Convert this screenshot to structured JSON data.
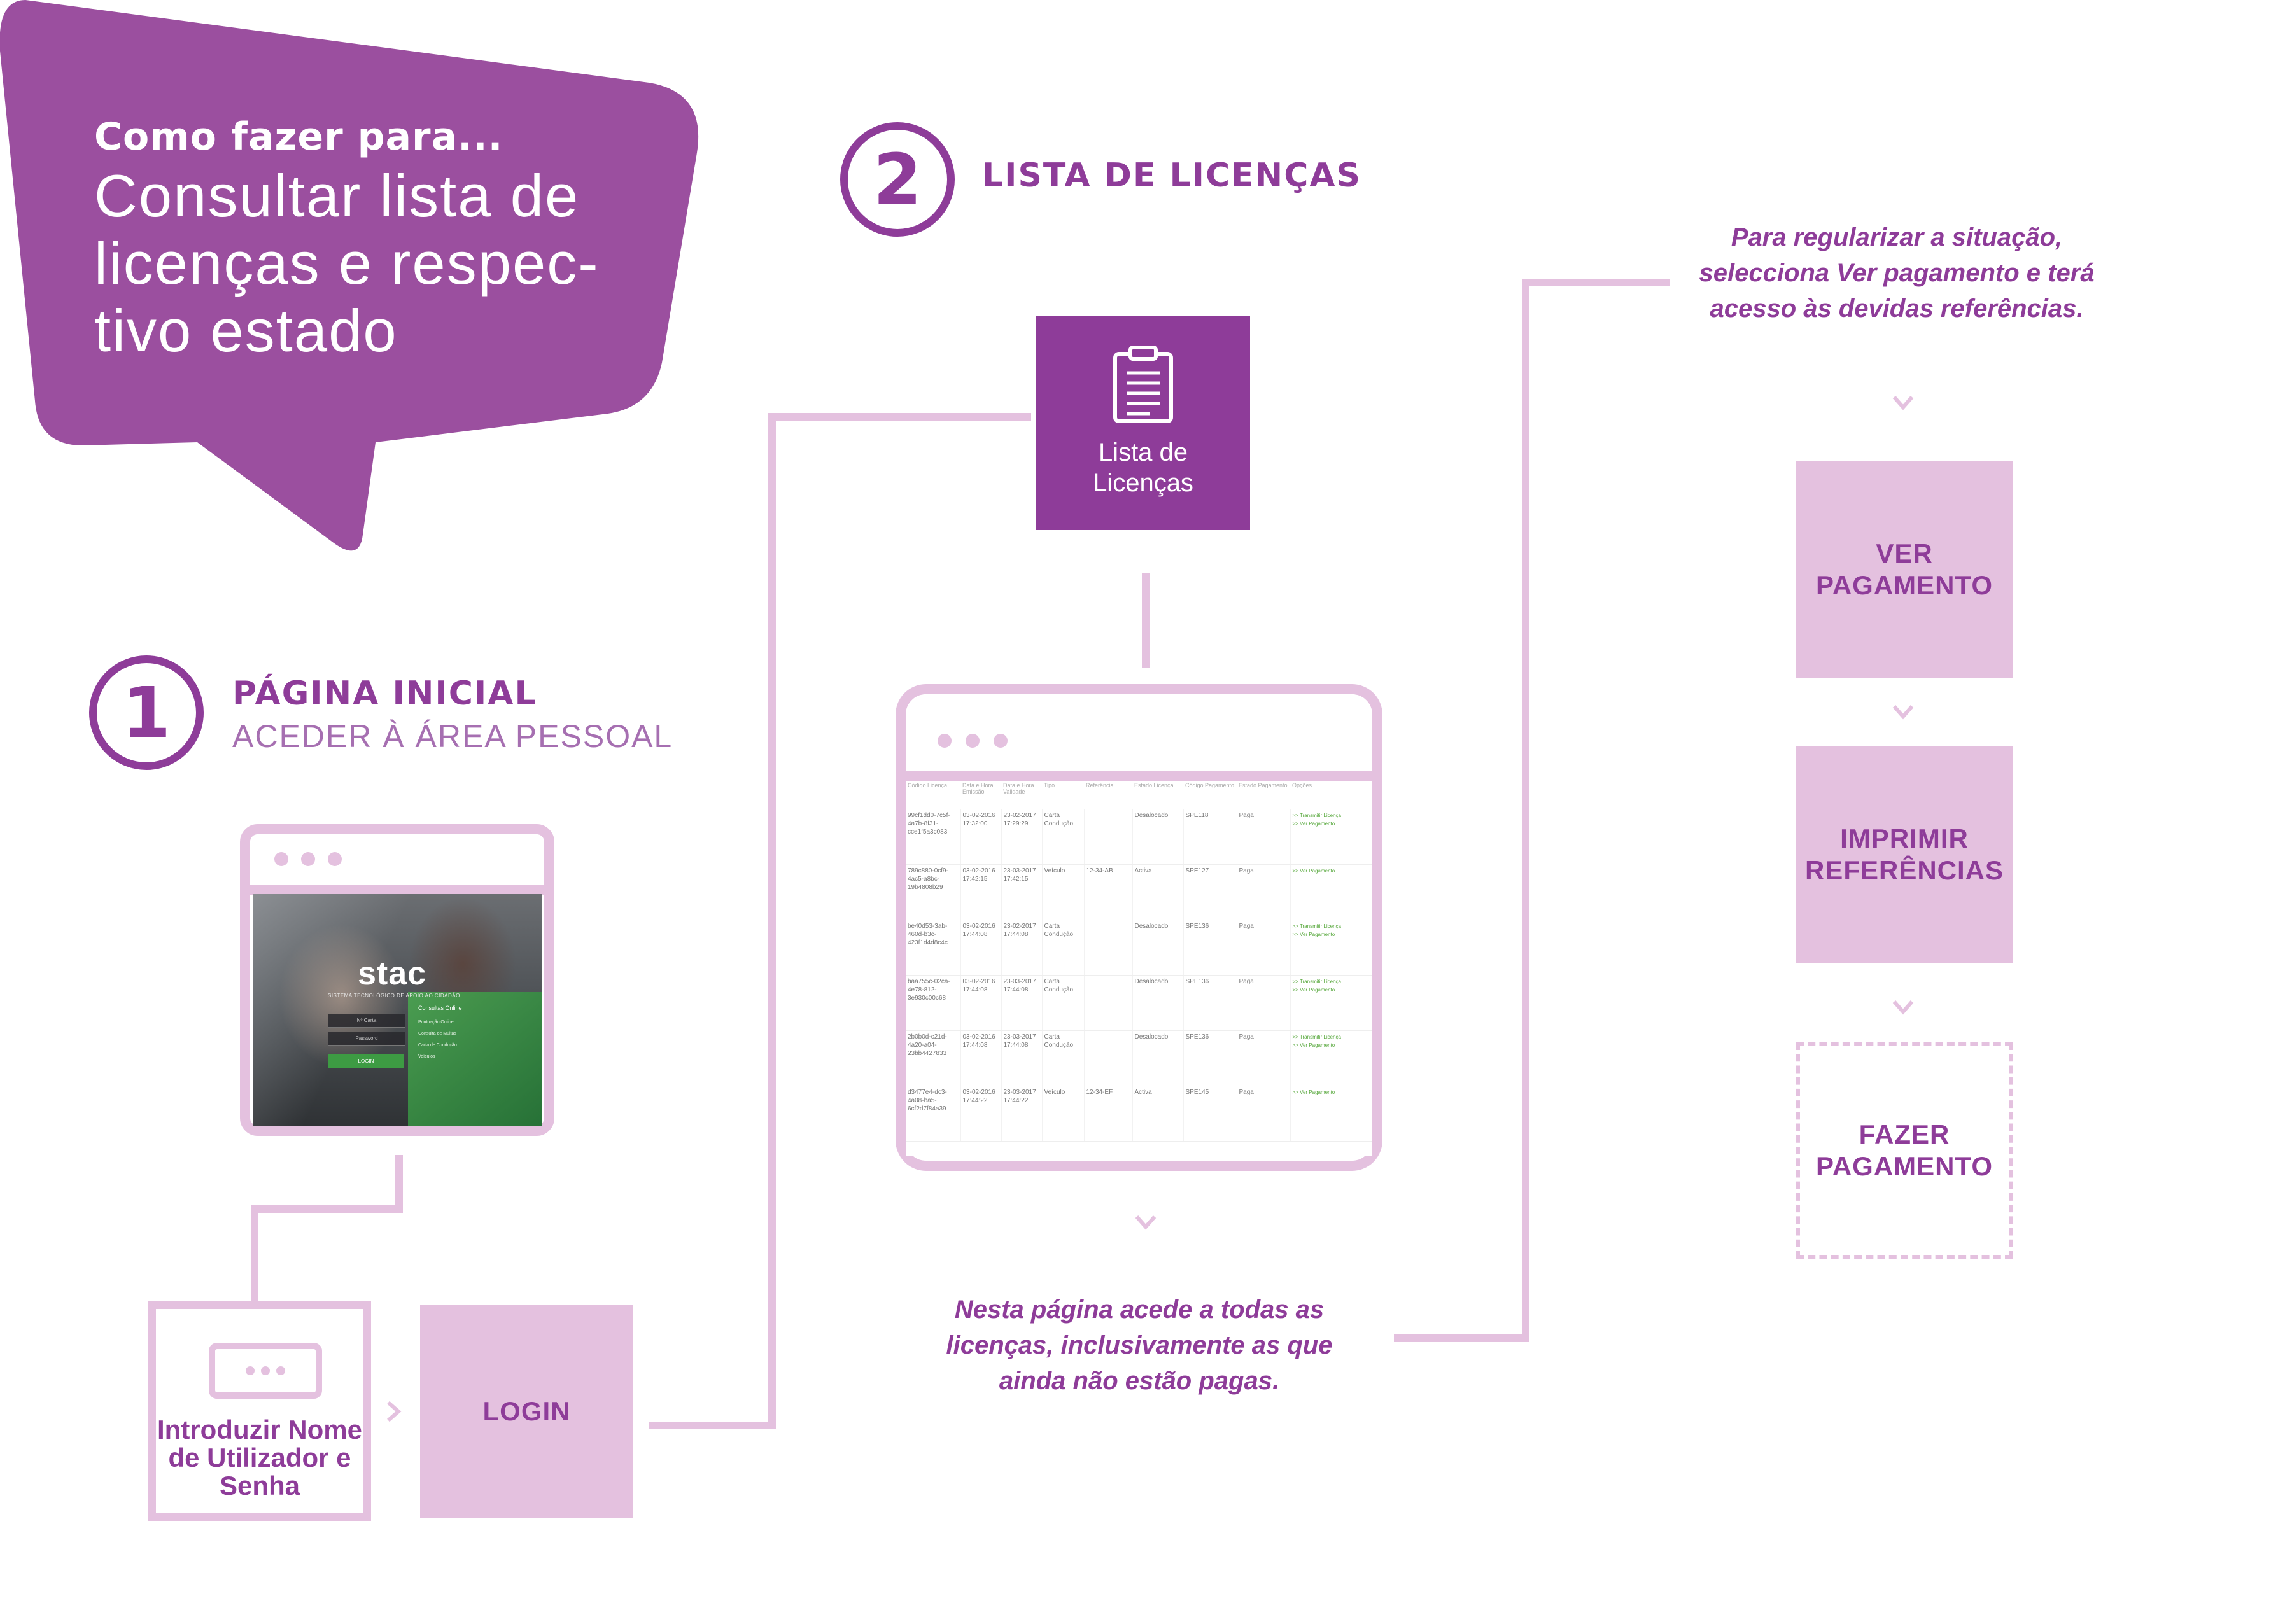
{
  "bubble": {
    "kicker": "Como fazer para...",
    "title": "Consultar lista de licenças e respec-tivo estado",
    "color": "#9b4f9f"
  },
  "step1": {
    "number": "1",
    "title": "PÁGINA INICIAL",
    "subtitle": "ACEDER À ÁREA PESSOAL"
  },
  "step2": {
    "number": "2",
    "title": "LISTA DE LICENÇAS"
  },
  "login_screen": {
    "logo": "stac",
    "tagline": "SISTEMA TECNOLÓGICO DE APOIO AO CIDADÃO",
    "user_field": "Nº Carta",
    "password_field": "Password",
    "login_button": "LOGIN",
    "panel_title": "Consultas Online",
    "panel_items": [
      "Pontuação Online",
      "Consulta de Multas",
      "Carta de Condução",
      "Veículos"
    ]
  },
  "credentials_box": {
    "icon": "password-field-icon",
    "label": "Introduzir Nome de Utilizador e Senha"
  },
  "login_box": {
    "label": "LOGIN"
  },
  "licencas_box": {
    "icon": "clipboard-icon",
    "label": "Lista de Licenças"
  },
  "licencas_table": {
    "headers": [
      "Código Licença",
      "Data e Hora Emissão",
      "Data e Hora Validade",
      "Tipo",
      "Referência",
      "Estado Licença",
      "Código Pagamento",
      "Estado Pagamento",
      "Opções"
    ],
    "rows": [
      [
        "99cf1dd0-7c5f-4a7b-8f31-cce1f5a3c083",
        "03-02-2016 17:32:00",
        "23-02-2017 17:29:29",
        "Carta Condução",
        "",
        "Desalocado",
        "SPE118",
        "Paga",
        ">> Transmitir Licença\n>> Ver Pagamento"
      ],
      [
        "789c880-0cf9-4ac5-a8bc-19b4808b29",
        "03-02-2016 17:42:15",
        "23-03-2017 17:42:15",
        "Veículo",
        "12-34-AB",
        "Activa",
        "SPE127",
        "Paga",
        ">> Ver Pagamento"
      ],
      [
        "be40d53-3ab-460d-b3c-423f1d4d8c4c",
        "03-02-2016 17:44:08",
        "23-02-2017 17:44:08",
        "Carta Condução",
        "",
        "Desalocado",
        "SPE136",
        "Paga",
        ">> Transmitir Licença\n>> Ver Pagamento"
      ],
      [
        "baa755c-02ca-4e78-812-3e930c00c68",
        "03-02-2016 17:44:08",
        "23-03-2017 17:44:08",
        "Carta Condução",
        "",
        "Desalocado",
        "SPE136",
        "Paga",
        ">> Transmitir Licença\n>> Ver Pagamento"
      ],
      [
        "2b0b0d-c21d-4a20-a04-23bb4427833",
        "03-02-2016 17:44:08",
        "23-03-2017 17:44:08",
        "Carta Condução",
        "",
        "Desalocado",
        "SPE136",
        "Paga",
        ">> Transmitir Licença\n>> Ver Pagamento"
      ],
      [
        "d3477e4-dc3-4a08-ba5-6cf2d7f84a39",
        "03-02-2016 17:44:22",
        "23-03-2017 17:44:22",
        "Veículo",
        "12-34-EF",
        "Activa",
        "SPE145",
        "Paga",
        ">> Ver Pagamento"
      ]
    ]
  },
  "caption_middle": "Nesta página acede a todas as licenças, inclusivamente as que ainda não estão pagas.",
  "caption_right": "Para regularizar a situação, selecciona Ver pagamento e terá acesso às devidas referências.",
  "ver_pagamento": {
    "label": "VER PAGAMENTO"
  },
  "imprimir_referencias": {
    "label": "IMPRIMIR REFERÊNCIAS"
  },
  "fazer_pagamento": {
    "label": "FAZER PAGAMENTO"
  },
  "colors": {
    "purple": "#8e3c99",
    "light_pink": "#e4c1df",
    "bubble": "#9b4f9f",
    "green": "#57a83c"
  }
}
